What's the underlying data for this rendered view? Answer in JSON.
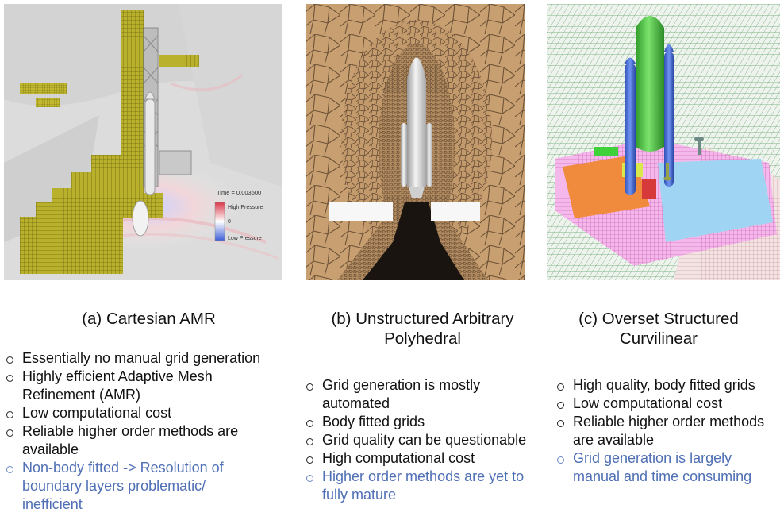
{
  "panels": [
    {
      "title": "(a) Cartesian AMR",
      "legend": {
        "time": "Time = 0.003500",
        "high": "High Pressure",
        "zero": "0",
        "low": "Low Pressure"
      },
      "bullets": [
        {
          "text": "Essentially no manual grid generation",
          "negative": false
        },
        {
          "text": "Highly efficient Adaptive Mesh Refinement (AMR)",
          "negative": false
        },
        {
          "text": "Low computational cost",
          "negative": false
        },
        {
          "text": "Reliable higher order methods are available",
          "negative": false
        },
        {
          "text": "Non-body fitted -> Resolution of boundary layers problematic/ inefficient",
          "negative": true
        }
      ]
    },
    {
      "title_line1": "(b) Unstructured Arbitrary",
      "title_line2": "Polyhedral",
      "bullets": [
        {
          "text": "Grid generation is mostly automated",
          "negative": false
        },
        {
          "text": "Body fitted grids",
          "negative": false
        },
        {
          "text": "Grid quality can be questionable",
          "negative": false
        },
        {
          "text": "High computational cost",
          "negative": false
        },
        {
          "text": "Higher order methods are yet to fully mature",
          "negative": true
        }
      ]
    },
    {
      "title_line1": "(c) Overset Structured",
      "title_line2": "Curvilinear",
      "bullets": [
        {
          "text": "High quality, body fitted grids",
          "negative": false
        },
        {
          "text": "Low computational cost",
          "negative": false
        },
        {
          "text": "Reliable higher order methods are available",
          "negative": false
        },
        {
          "text": "Grid generation is largely manual and time consuming",
          "negative": true
        }
      ]
    }
  ],
  "colors": {
    "text": "#111111",
    "negative_text": "#4f6fb5",
    "amr_cells": "#b5ad2a",
    "high_pressure": "#d9394b",
    "low_pressure": "#3f5fd8",
    "polyhedral_cells": "#c79c6e",
    "orbiter_green": "#47c23b",
    "booster_blue": "#4f74d8",
    "grid_green": "#3b8f46",
    "grid_pink": "#ef5fd0"
  }
}
